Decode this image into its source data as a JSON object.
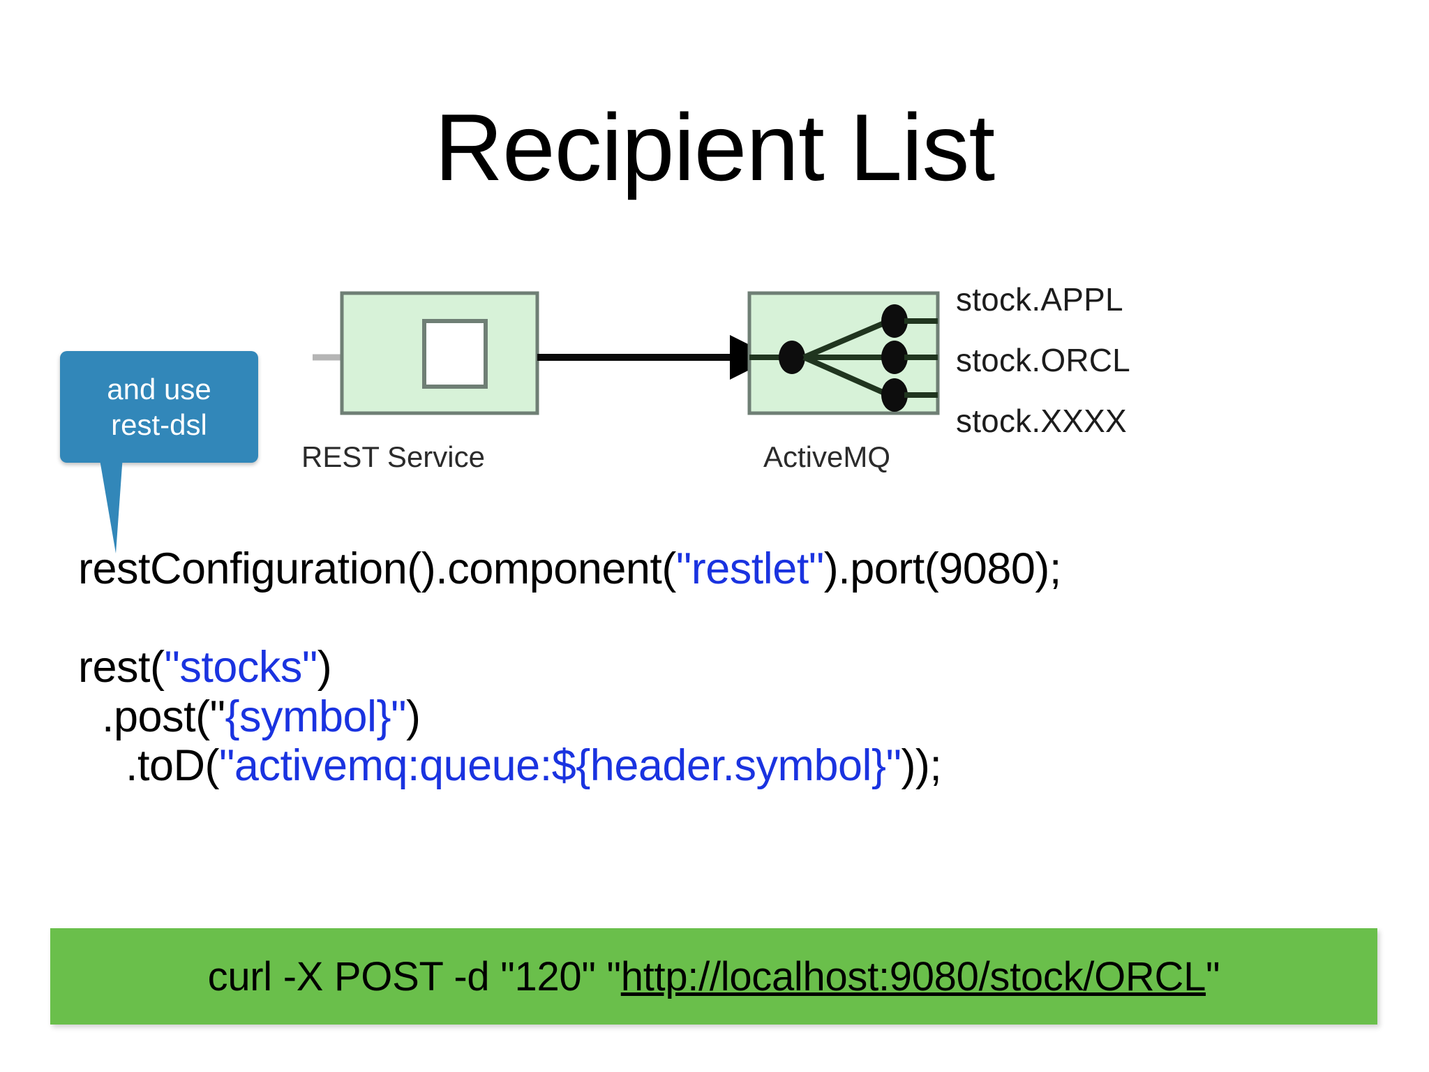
{
  "slide": {
    "title": "Recipient List",
    "background": "#ffffff"
  },
  "callout": {
    "line1": "and use",
    "line2": "rest-dsl",
    "background": "#3287b9",
    "text_color": "#ffffff"
  },
  "diagram": {
    "rest_service": {
      "label": "REST Service",
      "box_fill": "#d7f2d8",
      "box_stroke": "#6f7f75",
      "inner_fill": "#ffffff",
      "inbound_arrow_color": "#9a9a9a"
    },
    "activemq": {
      "label": "ActiveMQ",
      "box_fill": "#d7f2d8",
      "box_stroke": "#6f7f75",
      "node_color": "#0d0d0d"
    },
    "connector_color": "#000000",
    "queues": [
      "stock.APPL",
      "stock.ORCL",
      "stock.XXXX"
    ]
  },
  "code": {
    "string_color": "#1a33e0",
    "text_color": "#000000",
    "lines": [
      {
        "id": "line-rest-configuration",
        "parts": [
          {
            "t": "restConfiguration().component(",
            "s": false
          },
          {
            "t": "\"restlet\"",
            "s": true
          },
          {
            "t": ").port(9080);",
            "s": false
          }
        ]
      },
      {
        "id": "line-blank-1",
        "parts": [
          {
            "t": " ",
            "s": false
          }
        ]
      },
      {
        "id": "line-rest",
        "parts": [
          {
            "t": "rest(",
            "s": false
          },
          {
            "t": "\"stocks\"",
            "s": true
          },
          {
            "t": ")",
            "s": false
          }
        ]
      },
      {
        "id": "line-post",
        "parts": [
          {
            "t": "  .post(\"",
            "s": false
          },
          {
            "t": "{symbol}\"",
            "s": true
          },
          {
            "t": ")",
            "s": false
          }
        ]
      },
      {
        "id": "line-tod",
        "parts": [
          {
            "t": "    .toD(",
            "s": false
          },
          {
            "t": "\"activemq:queue:${header.symbol}\"",
            "s": true
          },
          {
            "t": "));",
            "s": false
          }
        ]
      }
    ]
  },
  "command_bar": {
    "background": "#6abf4b",
    "prefix": "curl -X POST -d \"120\" \"",
    "url": "http://localhost:9080/stock/ORCL",
    "suffix": "\""
  }
}
